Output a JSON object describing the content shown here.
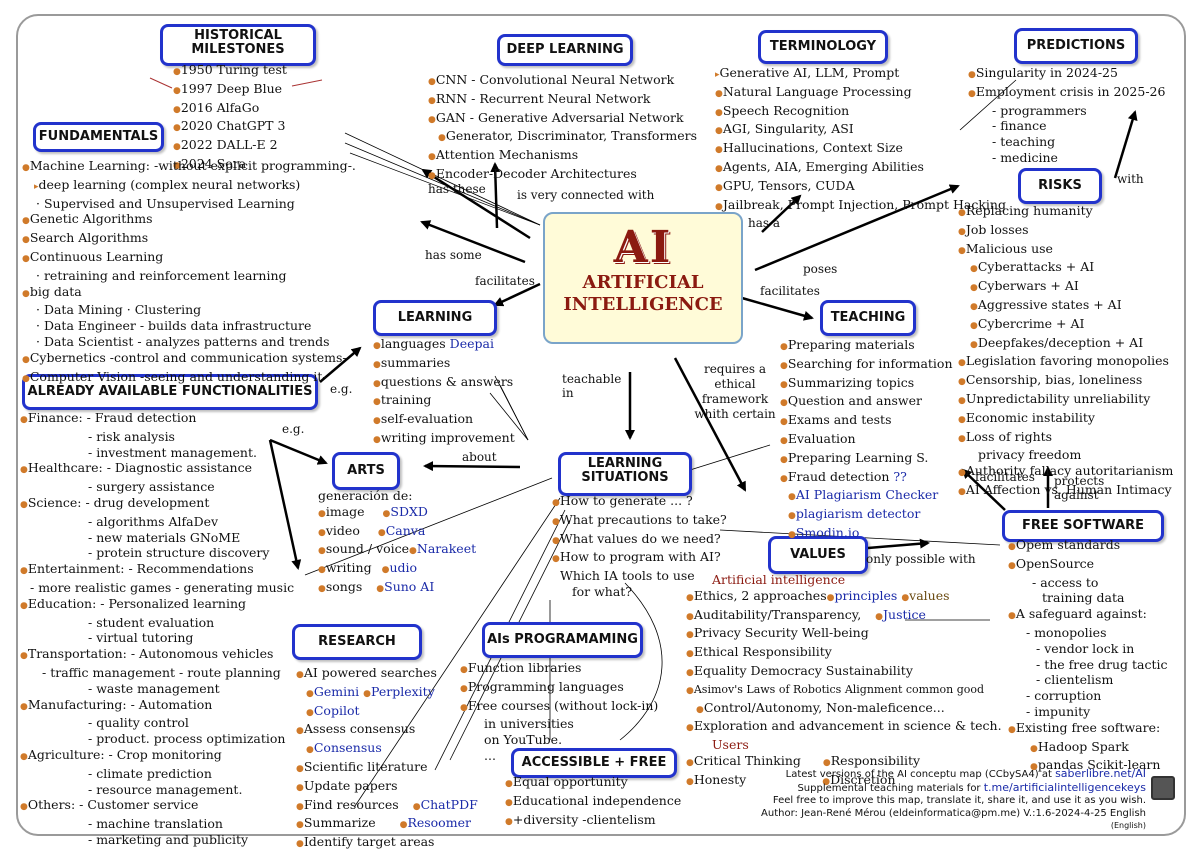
{
  "center": {
    "abbr": "AI",
    "title_line1": "ARTIFICIAL",
    "title_line2": "INTELLIGENCE"
  },
  "boxes": {
    "historical": "HISTORICAL MILESTONES",
    "fundamentals": "FUNDAMENTALS",
    "deep_learning": "DEEP LEARNING",
    "terminology": "TERMINOLOGY",
    "predictions": "PREDICTIONS",
    "risks": "RISKS",
    "learning": "LEARNING",
    "teaching": "TEACHING",
    "functionalities": "ALREADY AVAILABLE FUNCTIONALITIES",
    "arts": "ARTS",
    "learning_situations": "LEARNING SITUATIONS",
    "values": "VALUES",
    "free_software": "FREE SOFTWARE",
    "research": "RESEARCH",
    "programming": "AIs PROGRAMAMING",
    "accessible": "ACCESSIBLE + FREE"
  },
  "link_labels": {
    "has_these": "has these",
    "is_very_connected_with": "is very connected with",
    "has_a": "has a",
    "has_some": "has some",
    "facilitates_left": "facilitates",
    "poses": "poses",
    "facilitates_right": "facilitates",
    "eg1": "e.g.",
    "eg2": "e.g.",
    "teachable_in": "teachable in",
    "requires": "requires a ethical framework whith certain",
    "about": "about",
    "only_possible_with": "only possible with",
    "facilitates_free": "facilitates",
    "protects_against": "protects against",
    "with": "with"
  },
  "historical_items": [
    "1950 Turing test",
    "1997 Deep Blue",
    "2016 AlfaGo",
    "2020 ChatGPT 3",
    "2022 DALL-E 2",
    "2024 Sora"
  ],
  "deep_learning_items": [
    "CNN - Convolutional Neural Network",
    "RNN - Recurrent Neural Network",
    "GAN - Generative Adversarial Network",
    "Generator, Discriminator, Transformers",
    "Attention Mechanisms",
    "Encoder-Decoder Architectures"
  ],
  "terminology_items": [
    "Generative AI, LLM, Prompt",
    "Natural Language Processing",
    "Speech Recognition",
    "AGI, Singularity, ASI",
    "Hallucinations, Context Size",
    "Agents,  AIA, Emerging Abilities",
    "GPU, Tensors, CUDA",
    "Jailbreak, Prompt Injection, Prompt Hacking"
  ],
  "predictions_items": [
    "Singularity in 2024-25",
    "Employment crisis in 2025-26",
    "- programmers",
    "- finance",
    "- teaching",
    "- medicine"
  ],
  "fundamentals_items": [
    "Machine Learning: -without explicit programming-.",
    "deep learning  (complex neural networks)",
    "Supervised and Unsupervised Learning",
    "Genetic Algorithms",
    "Search Algorithms",
    "Continuous Learning",
    "retraining and reinforcement learning",
    "big data",
    "Data Mining · Clustering",
    "Data Engineer - builds data infrastructure",
    "Data Scientist - analyzes patterns and trends",
    "Cybernetics -control and communication systems-",
    "Computer Vision -seeing and understanding it-"
  ],
  "risks_items": [
    "Replacing humanity",
    "Job losses",
    "Malicious use",
    "Cyberattacks + AI",
    "Cyberwars + AI",
    "Aggressive states + AI",
    "Cybercrime + AI",
    "Deepfakes/deception + AI",
    "Legislation favoring monopolies",
    "Censorship, bias, loneliness",
    "Unpredictability   unreliability",
    "Economic instability",
    "Loss of rights",
    "privacy        freedom",
    "Authority fallacy autoritarianism",
    "AI Affection vs. Human Intimacy"
  ],
  "learning_items": [
    "languages",
    "summaries",
    "questions & answers",
    "training",
    "self-evaluation",
    "writing improvement"
  ],
  "learning_tool": "Deepai",
  "teaching_items": [
    "Preparing materials",
    "Searching for information",
    "Summarizing topics",
    "Question and answer",
    "Exams and tests",
    "Evaluation",
    "Preparing Learning S.",
    "Fraud detection"
  ],
  "teaching_qq": "??",
  "teaching_tools": [
    "AI Plagiarism Checker",
    "plagiarism detector",
    "Smodin.io"
  ],
  "functionalities_items": [
    "Finance: - Fraud detection",
    "- risk analysis",
    "- investment management.",
    "Healthcare: - Diagnostic assistance",
    "- surgery assistance",
    "Science: - drug development",
    "- algorithms AlfaDev",
    "- new materials  GNoME",
    "- protein structure discovery",
    "Entertainment: - Recommendations",
    "- more realistic games - generating music",
    "Education: - Personalized learning",
    "- student evaluation",
    "- virtual tutoring",
    "Transportation: - Autonomous vehicles",
    "- traffic management - route planning",
    "- waste management",
    "Manufacturing: - Automation",
    "- quality control",
    "- product. process optimization",
    "Agriculture: - Crop monitoring",
    "- climate prediction",
    "- resource management.",
    "Others:    - Customer service",
    "- machine translation",
    "- marketing and publicity"
  ],
  "arts": {
    "intro": "generación de:",
    "items": [
      "image",
      "video",
      "sound / voice",
      "writing",
      "songs"
    ],
    "tools": [
      "SDXD",
      "Canva",
      "Narakeet",
      "udio",
      "Suno AI"
    ]
  },
  "situations_items": [
    "How to generate ... ?",
    "What precautions to take?",
    "What values do we need?",
    "How to program with AI?",
    "Which IA tools to use",
    "for what?"
  ],
  "values": {
    "heading": "Artificial intelligence",
    "lines": [
      "Ethics, 2 approaches",
      "Auditability/Transparency,",
      "Privacy       Security      Well-being",
      "Ethical Responsibility",
      "Equality    Democracy    Sustainability",
      "Asimov's Laws of Robotics   Alignment   common good",
      "Control/Autonomy,   Non-maleficence...",
      "Exploration and advancement in science & tech."
    ],
    "principles": "principles",
    "values_word": "values",
    "justice": "Justice",
    "users_heading": "Users",
    "users_lines": [
      "Critical Thinking",
      "Honesty"
    ],
    "users_right": [
      "Responsibility",
      "Discretion"
    ]
  },
  "free_software_items": [
    "Opem standards",
    "OpenSource",
    "- access to",
    "training data",
    "A safeguard against:",
    "- monopolies",
    "- vendor lock in",
    "- the free drug tactic",
    "- clientelism",
    "- corruption",
    "- impunity",
    "Existing free software:",
    "Hadoop     Spark",
    "pandas     Scikit-learn"
  ],
  "research_items": [
    "AI powered searches",
    "Assess consensus",
    "Scientific literature",
    "Update papers",
    "Find resources",
    "Summarize",
    "Identify target areas"
  ],
  "research_tools": [
    "Gemini",
    "Perplexity",
    "Copilot",
    "Consensus",
    "ChatPDF",
    "Resoomer"
  ],
  "programming_items": [
    "Function libraries",
    "Programming languages",
    "Free courses (without lock-in)",
    "in universities",
    "on YouTube.",
    "..."
  ],
  "accessible_items": [
    "Equal opportunity",
    "Educational independence",
    "+diversity -clientelism"
  ],
  "footer": {
    "line1_text": "Latest versions of the AI conceptu map (CCbySA4) at",
    "line1_link": "saberlibre.net/AI",
    "line2_text": "Supplemental teaching materials for",
    "line2_link": "t.me/artificialintelligencekeys",
    "line3": "Feel free to improve this map, translate it, share it, and use it as you wish.",
    "line4": "Author: Jean-René Mérou (eldeinformatica@pm.me)  V.:1.6-2024-4-25  English",
    "line4_small": "(English)"
  },
  "colors": {
    "box_border": "#2233cc",
    "center_bg": "#fffbd8",
    "center_text": "#8b1a10",
    "tool_text": "#1a2aa8",
    "bullet": "#d07a2a"
  }
}
